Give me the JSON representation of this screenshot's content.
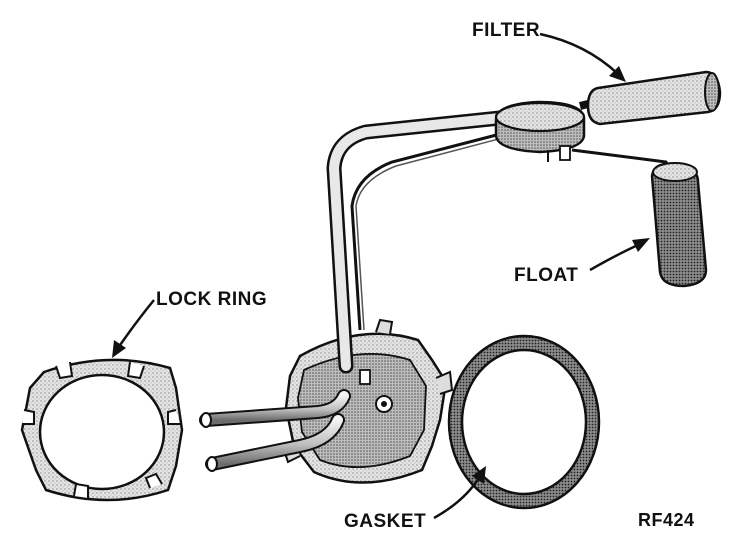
{
  "labels": {
    "filter": "FILTER",
    "float": "FLOAT",
    "lock_ring": "LOCK RING",
    "gasket": "GASKET",
    "figure_code": "RF424"
  },
  "colors": {
    "ink": "#111111",
    "stipple_light": "#d6d6d6",
    "stipple_mid": "#a8a8a8",
    "stipple_dark": "#6a6a6a"
  }
}
